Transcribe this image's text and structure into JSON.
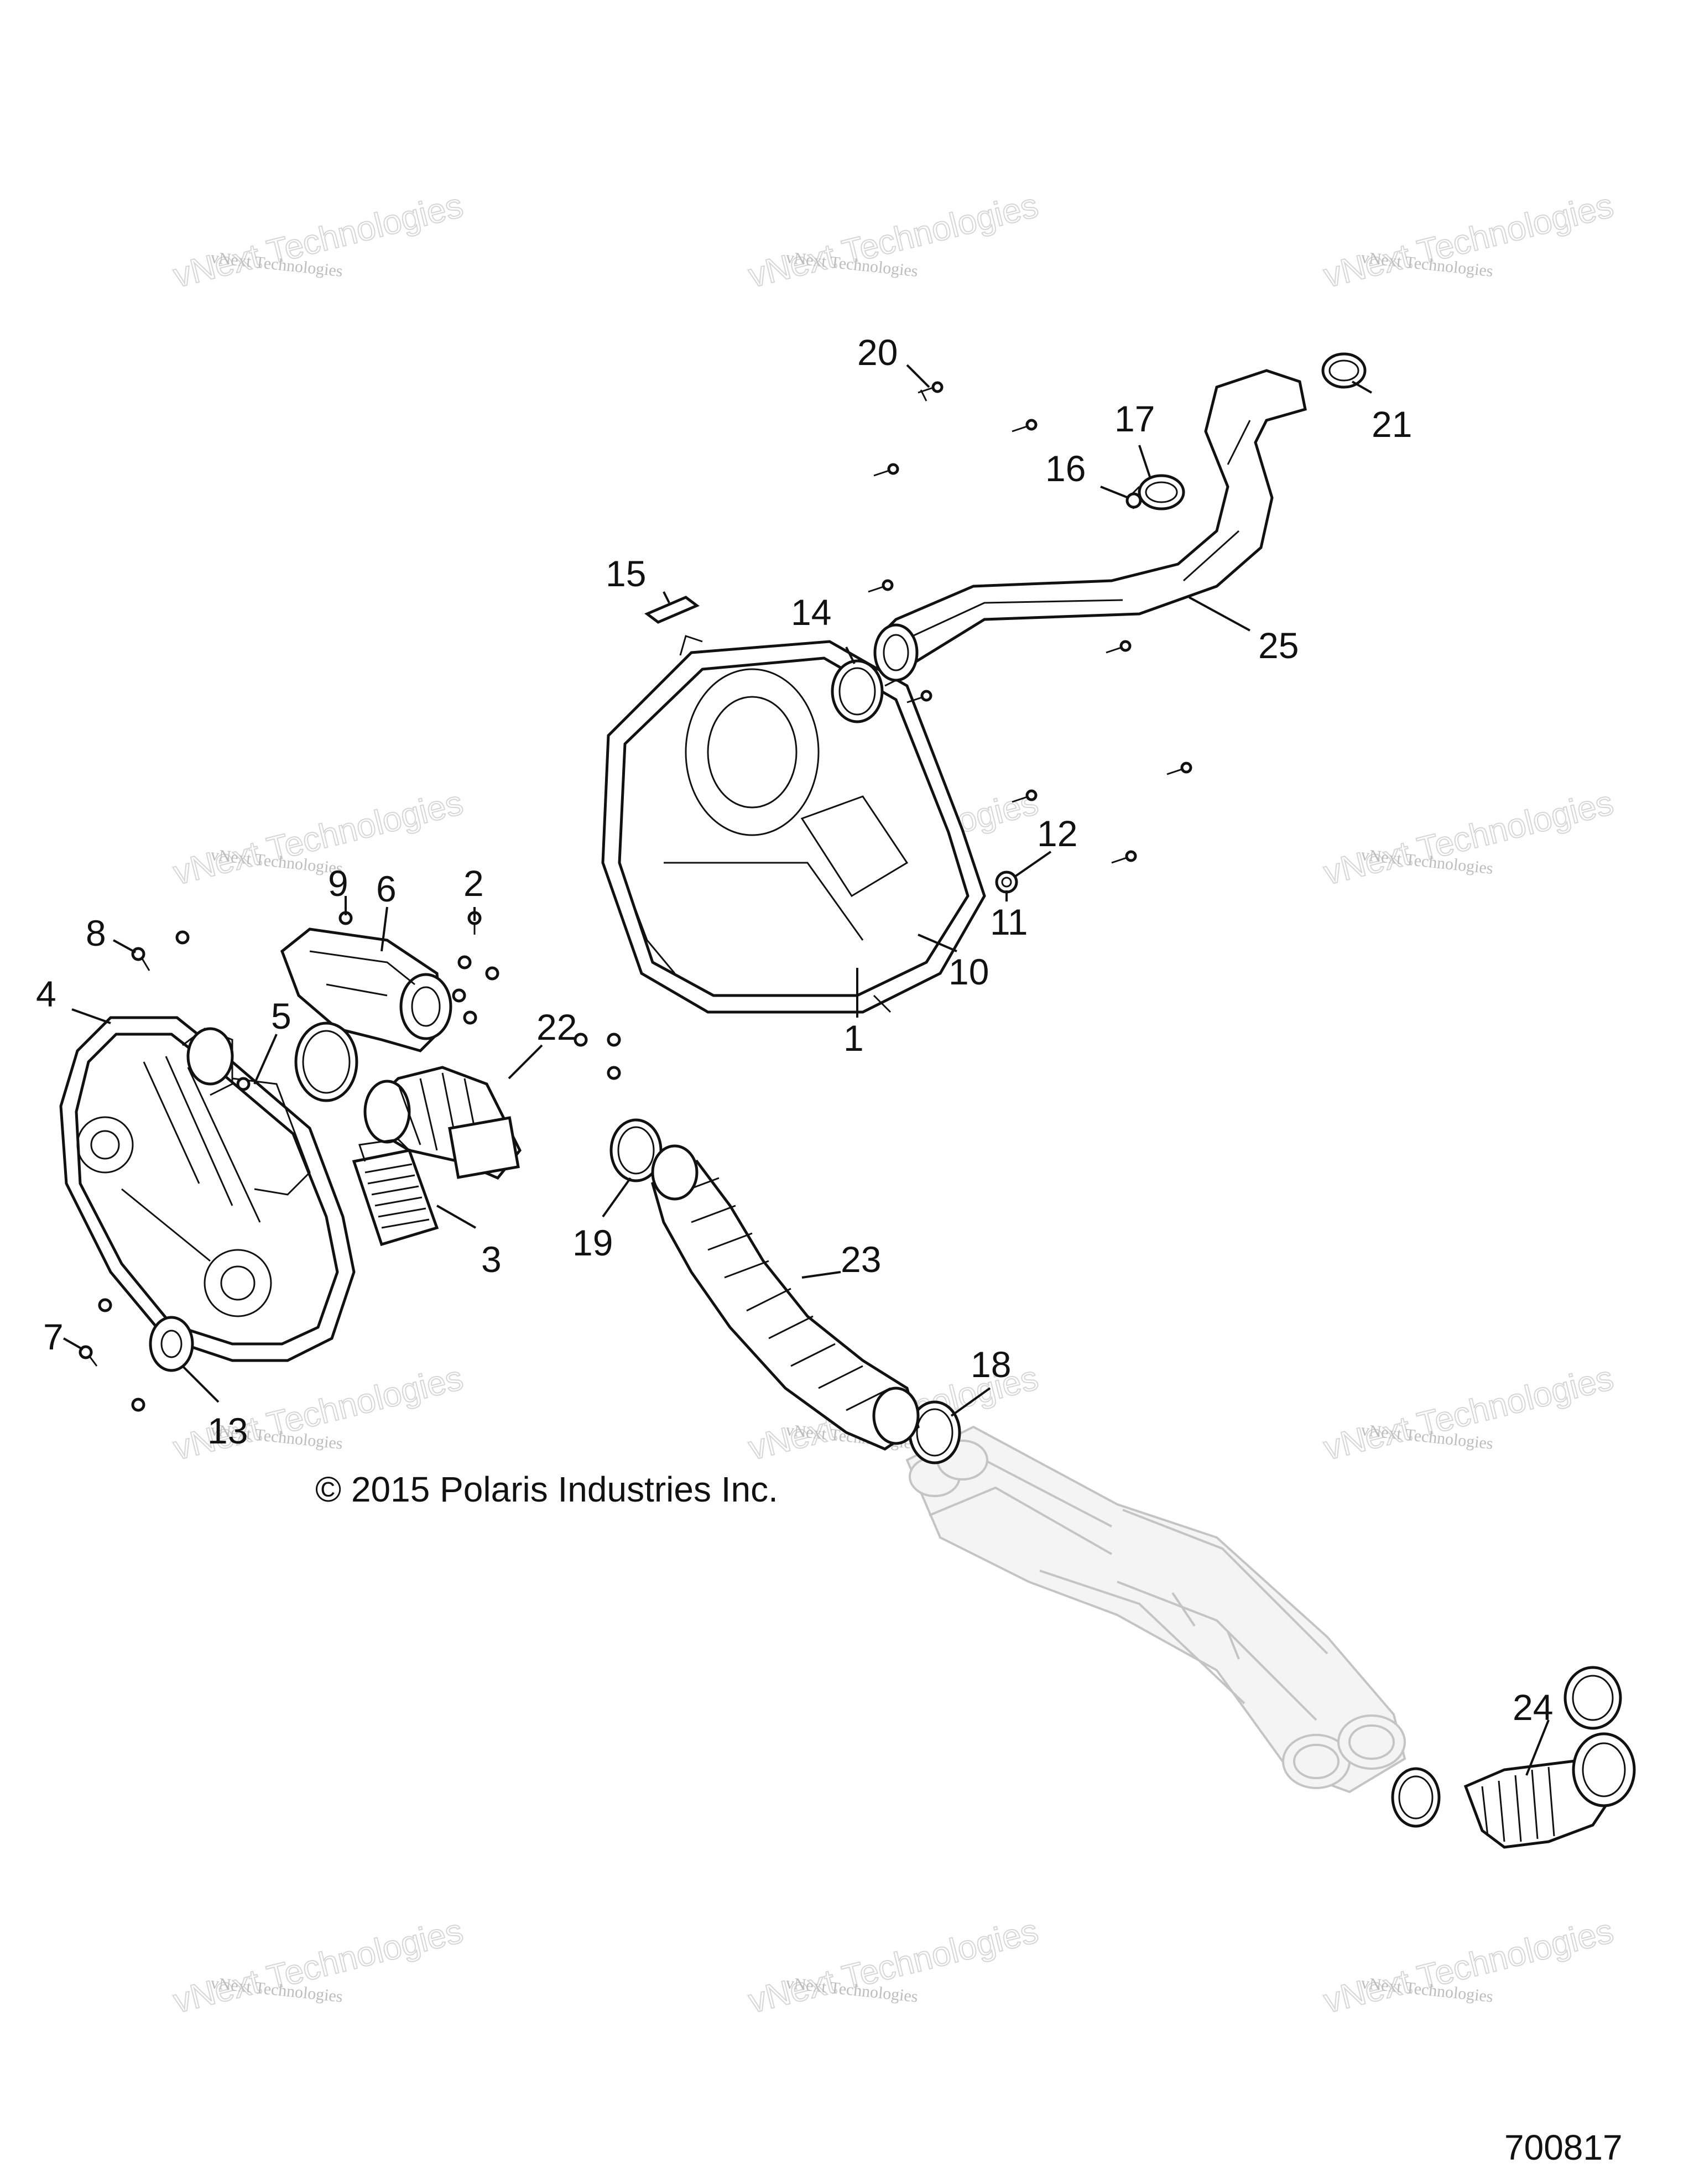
{
  "copyright": "© 2015 Polaris Industries Inc.",
  "figure_number": "700817",
  "watermark": {
    "small": "vNext Technologies",
    "large": "vNext Technologies"
  },
  "callouts": {
    "c1": "1",
    "c2": "2",
    "c3": "3",
    "c4": "4",
    "c5": "5",
    "c6": "6",
    "c7": "7",
    "c8": "8",
    "c9": "9",
    "c10": "10",
    "c11": "11",
    "c12": "12",
    "c13": "13",
    "c14": "14",
    "c15": "15",
    "c16": "16",
    "c17": "17",
    "c18": "18",
    "c19": "19",
    "c20": "20",
    "c21": "21",
    "c22": "22",
    "c23": "23",
    "c24": "24",
    "c25": "25"
  },
  "colors": {
    "line": "#111111",
    "ghost": "#c4c4c4",
    "watermark": "#bdbdbd"
  }
}
